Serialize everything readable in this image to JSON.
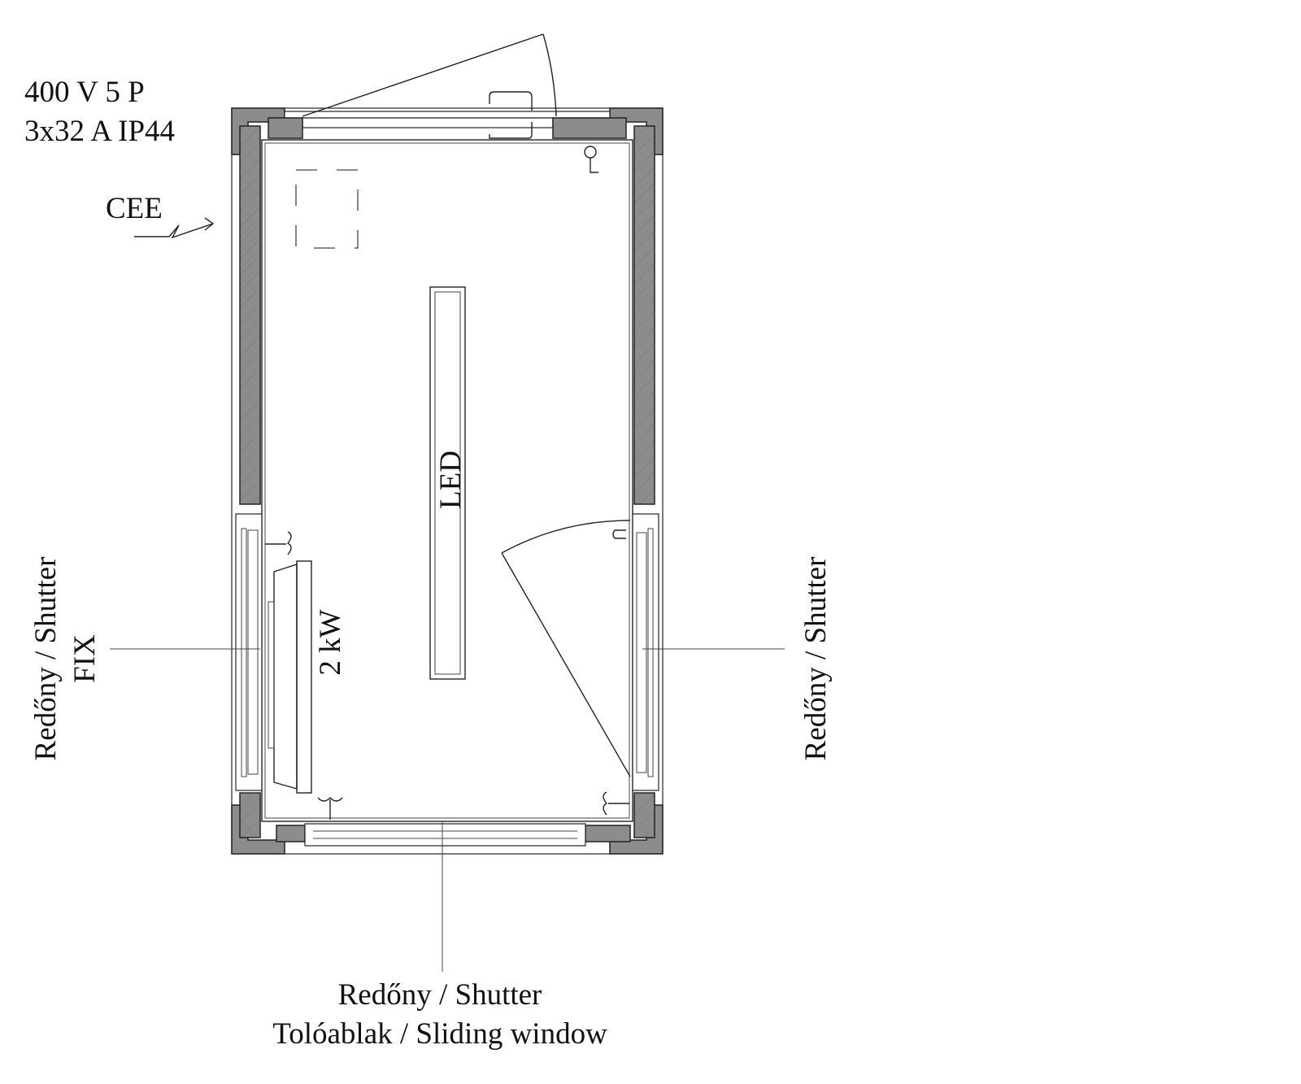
{
  "power_spec": {
    "line1": "400 V  5 P",
    "line2": "3x32 A  IP44"
  },
  "connector": {
    "label": "CEE"
  },
  "fixtures": {
    "led_label": "LED",
    "heater_label": "2 kW"
  },
  "left_window": {
    "line1": "Redőny / Shutter",
    "line2": "FIX"
  },
  "right_window": {
    "line1": "Redőny / Shutter"
  },
  "bottom_window": {
    "line1": "Redőny / Shutter",
    "line2": "Tolóablak / Sliding window"
  },
  "colors": {
    "wall": "#8c8c8c",
    "line": "#222222"
  }
}
